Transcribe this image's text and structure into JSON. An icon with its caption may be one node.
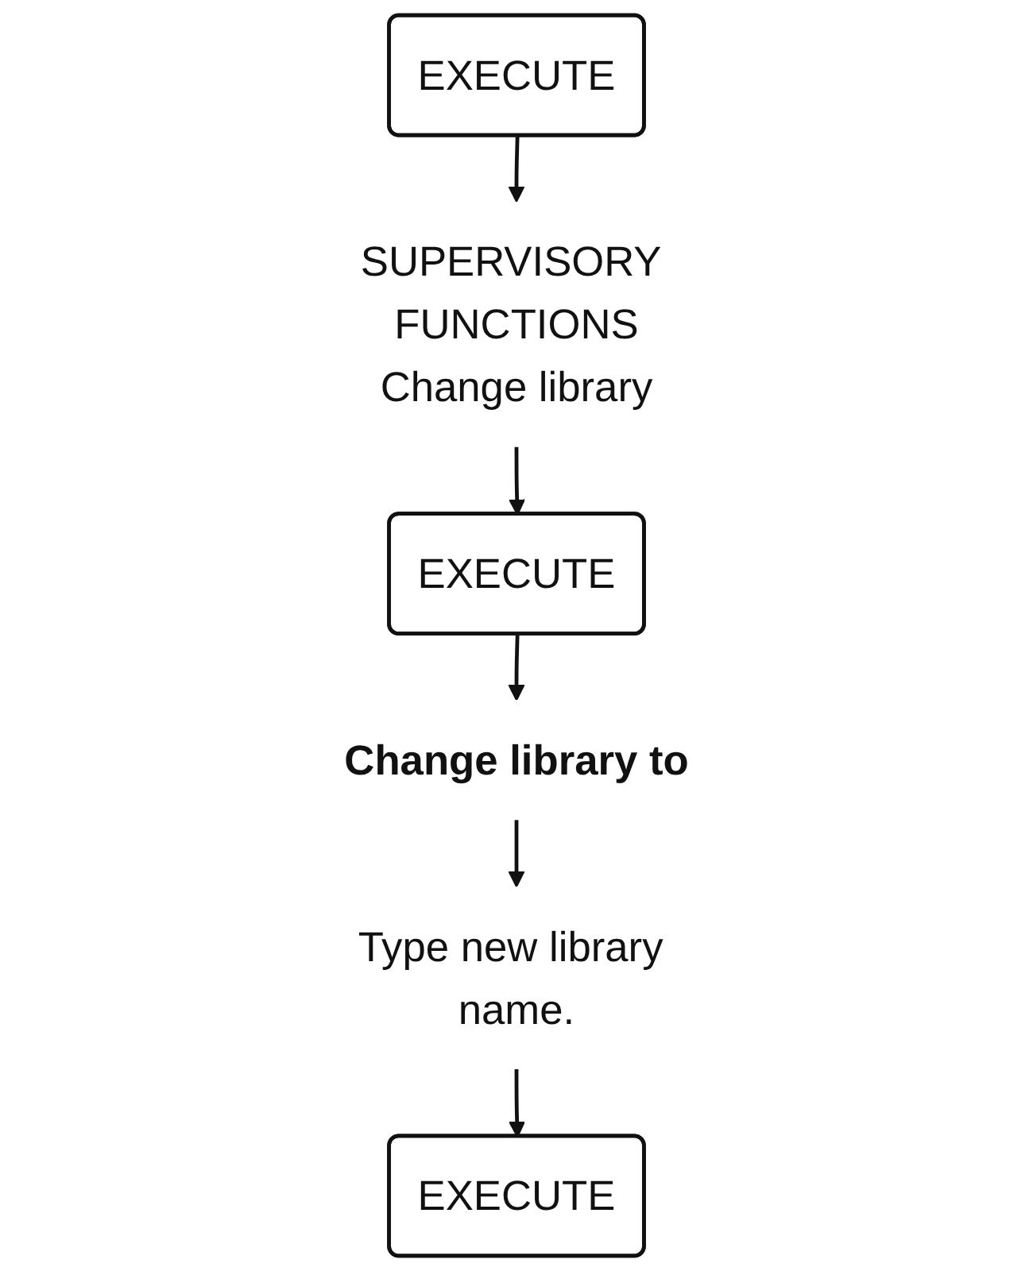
{
  "diagram": {
    "nodes": [
      {
        "text": [
          "EXECUTE"
        ]
      },
      {
        "text": [
          "SUPERVISORY FUNCTIONS",
          "Change library"
        ]
      },
      {
        "text": [
          "EXECUTE"
        ]
      },
      {
        "text": [
          "Change library to"
        ]
      },
      {
        "text": [
          "Type new library name."
        ]
      },
      {
        "text": [
          "EXECUTE"
        ]
      }
    ],
    "edges": [
      {
        "from": 0,
        "to": 1,
        "arrow": "to"
      },
      {
        "from": 1,
        "to": 2,
        "arrow": "to"
      },
      {
        "from": 2,
        "to": 3,
        "arrow": "to"
      },
      {
        "from": 3,
        "to": 4,
        "arrow": "to"
      },
      {
        "from": 4,
        "to": 5,
        "arrow": "to"
      }
    ]
  }
}
